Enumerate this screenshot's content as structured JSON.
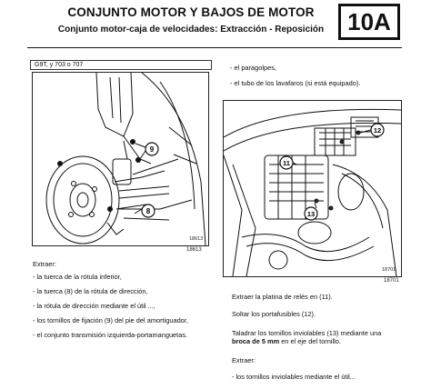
{
  "header": {
    "title": "CONJUNTO MOTOR Y BAJOS DE MOTOR",
    "subtitle": "Conjunto motor-caja de velocidades: Extracción - Reposición",
    "section_code": "10A"
  },
  "vehicle": "G9T, y 703 o 707",
  "left_figure": {
    "callouts": [
      "9",
      "8"
    ],
    "image_code": "18613",
    "ref_number": "18613"
  },
  "left_text": {
    "heading": "Extraer:",
    "items": [
      "- la tuerca de la rótula inferior,",
      "- la tuerca (8) de la rótula de dirección,",
      "- la rótula de dirección mediante el útil ...,",
      "- los tornillos de fijación (9) del pie del amortiguador,",
      "- el conjunto transmisión izquierda-portamanguetas."
    ]
  },
  "right_top": {
    "items": [
      "- el paragolpes,",
      "- el tubo de los lavafaros (si está equipado)."
    ]
  },
  "right_figure": {
    "callouts": [
      "12",
      "11",
      "13"
    ],
    "image_code": "18701",
    "ref_number": "18701"
  },
  "right_text": {
    "line1": "Extraer la platina de relés en (11).",
    "line2": "Soltar los portafusibles (12).",
    "line3a": "Taladrar los tornillos inviolables (13) mediante una",
    "line3b_bold": "broca de 5 mm",
    "line3b_rest": " en el eje del tornillo.",
    "line4": "Extraer:",
    "line5": "- los tornillos inviolables mediante el útil..."
  }
}
